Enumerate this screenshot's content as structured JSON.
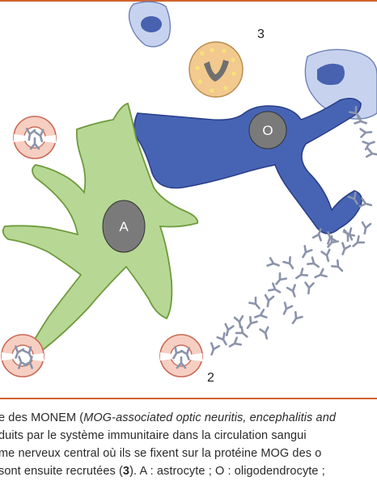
{
  "figure": {
    "markers": {
      "m2": "2",
      "m3": "3"
    },
    "cell_labels": {
      "astrocyte": "A",
      "oligodendrocyte": "O"
    },
    "colors": {
      "frame": "#d2642e",
      "astrocyte_fill": "#b7d894",
      "astrocyte_stroke": "#6f9a3c",
      "oligo_fill": "#4764b4",
      "oligo_stroke": "#2b3f8a",
      "nucleus": "#7a7a7a",
      "antibody": "#8b93ab",
      "bcell_ring": "#f6cfc2",
      "bcell_stroke": "#c96a55",
      "immune_cell": "#c7d3ee",
      "immune_nucleus": "#4862b0",
      "granulocyte": "#f2c98f",
      "granule": "#f6e27a"
    }
  },
  "caption": {
    "line1_prefix": "e des MONEM (",
    "line1_italic": "MOG-associated optic neuritis, encephalitis and",
    "line2": "duits par le système immunitaire dans la circulation sangui",
    "line3": "me nerveux central où ils se fixent sur la protéine MOG des o",
    "line4_prefix": " sont ensuite recrutées (",
    "line4_bold": "3",
    "line4_suffix": "). A : astrocyte ; O : oligodendrocyte ;"
  }
}
